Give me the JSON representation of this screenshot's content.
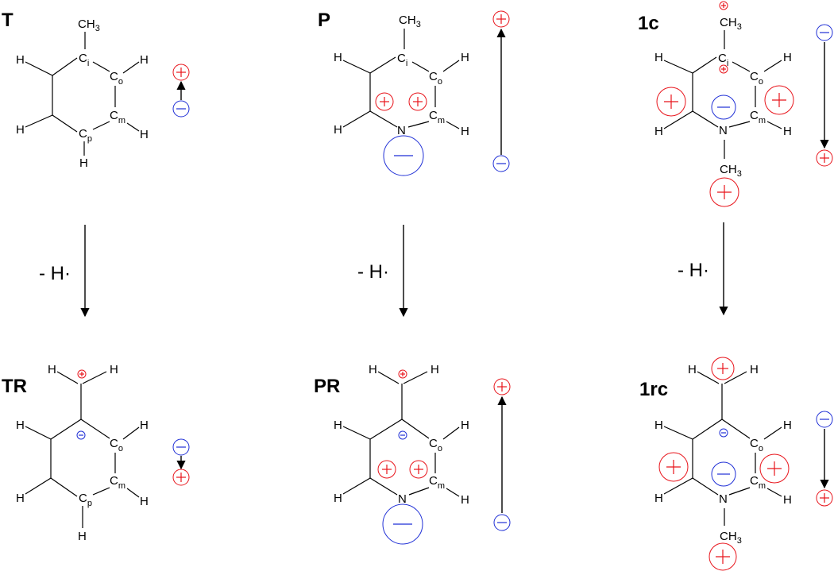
{
  "labels": {
    "T": "T",
    "P": "P",
    "c1": "1c",
    "TR": "TR",
    "PR": "PR",
    "rc1": "1rc"
  },
  "reaction_step": "- H·",
  "atoms": {
    "H": "H",
    "C": "C",
    "N": "N",
    "CH3": "CH3",
    "i": "i",
    "o": "o",
    "m": "m",
    "p": "p"
  },
  "colors": {
    "positive": "#e8141b",
    "negative": "#1f2fd6",
    "bond": "#000000"
  },
  "icons": {
    "positive_charge": "circled-plus-icon",
    "negative_charge": "circled-minus-icon",
    "dipole_arrow": "arrow-icon"
  }
}
